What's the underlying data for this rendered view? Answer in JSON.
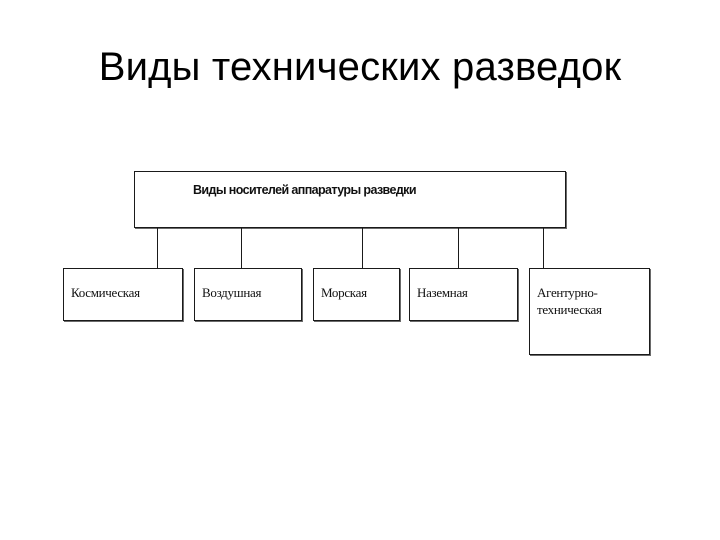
{
  "slide": {
    "title": "Виды технических разведок"
  },
  "diagram": {
    "root": {
      "label": "Виды носителей аппаратуры разведки"
    },
    "children": [
      {
        "label": "Космическая"
      },
      {
        "label": "Воздушная"
      },
      {
        "label": "Морская"
      },
      {
        "label": "Наземная"
      },
      {
        "label": "Агентурно-техническая"
      }
    ]
  }
}
